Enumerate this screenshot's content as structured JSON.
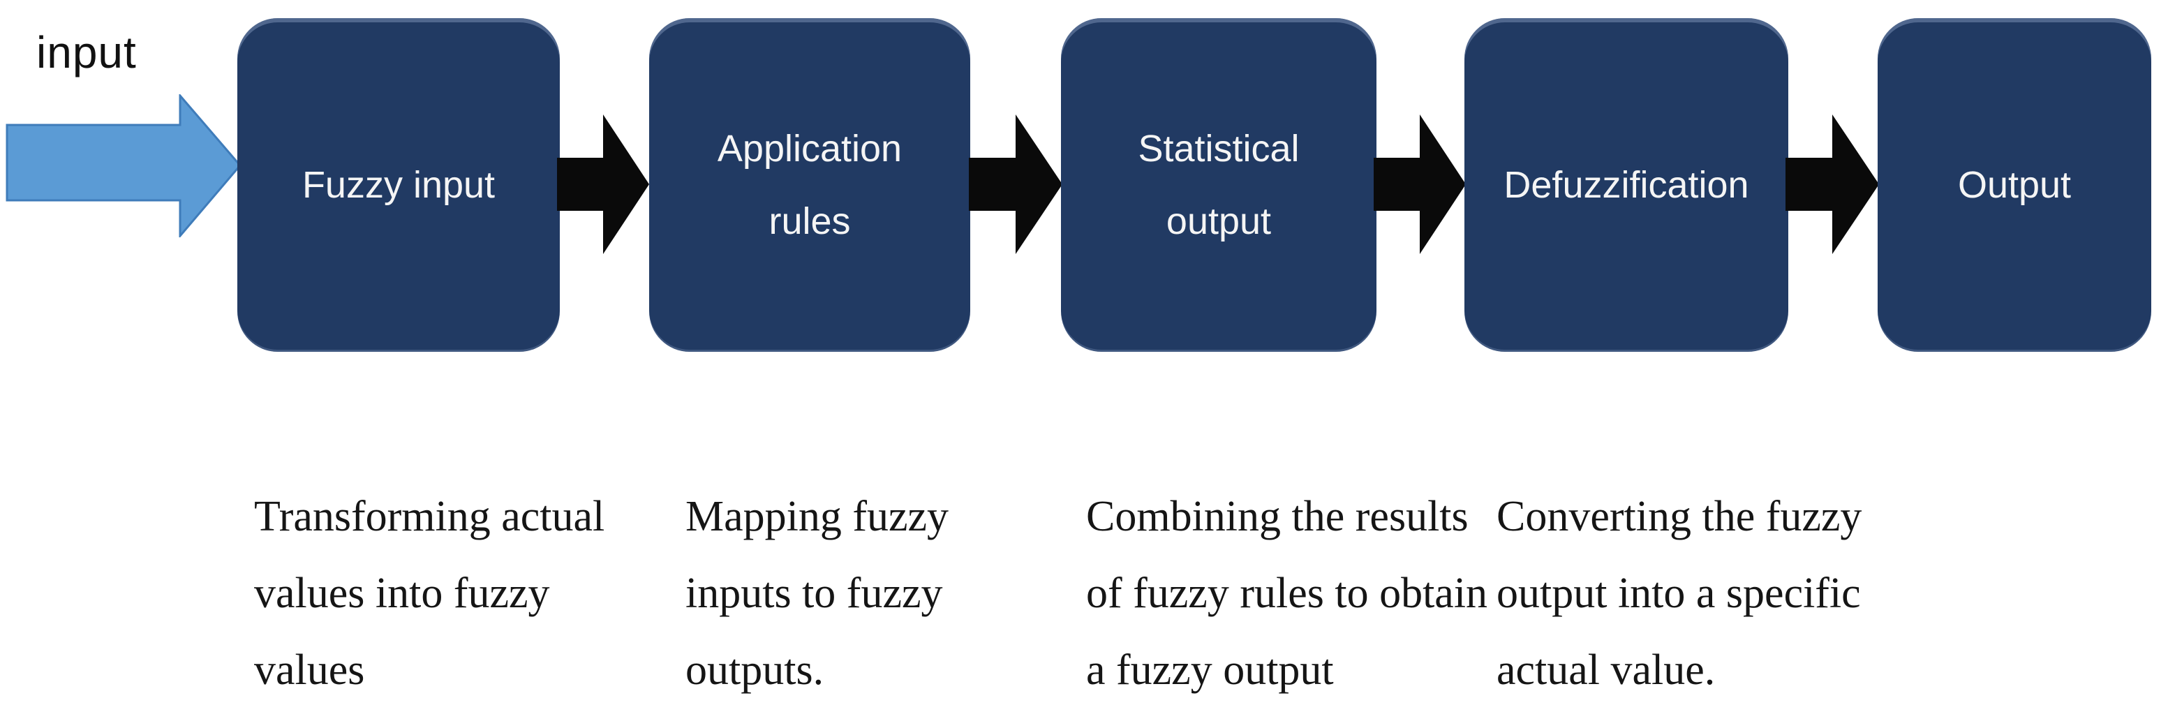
{
  "input_label": "input",
  "colors": {
    "page_bg": "#ffffff",
    "box_fill": "#213a63",
    "box_text": "#f5f5f5",
    "flow_arrow": "#0a0a0a",
    "input_arrow": "#5b9bd5",
    "input_arrow_stroke": "#3f7cba",
    "description_text": "#151515"
  },
  "boxes": [
    {
      "label": "Fuzzy input",
      "lines": [
        "Fuzzy input"
      ]
    },
    {
      "label": "Application rules",
      "lines": [
        "Application",
        "rules"
      ]
    },
    {
      "label": "Statistical output",
      "lines": [
        "Statistical",
        "output"
      ]
    },
    {
      "label": "Defuzzification",
      "lines": [
        "Defuzzification"
      ]
    },
    {
      "label": "Output",
      "lines": [
        "Output"
      ]
    }
  ],
  "descriptions": [
    {
      "lines": [
        "Transforming actual",
        "values into fuzzy",
        "values"
      ]
    },
    {
      "lines": [
        "Mapping fuzzy",
        "inputs to fuzzy",
        "outputs."
      ]
    },
    {
      "lines": [
        "Combining the results",
        "of fuzzy rules to obtain",
        "a fuzzy output"
      ]
    },
    {
      "lines": [
        "Converting the fuzzy",
        "output into a specific",
        "actual value."
      ]
    }
  ]
}
